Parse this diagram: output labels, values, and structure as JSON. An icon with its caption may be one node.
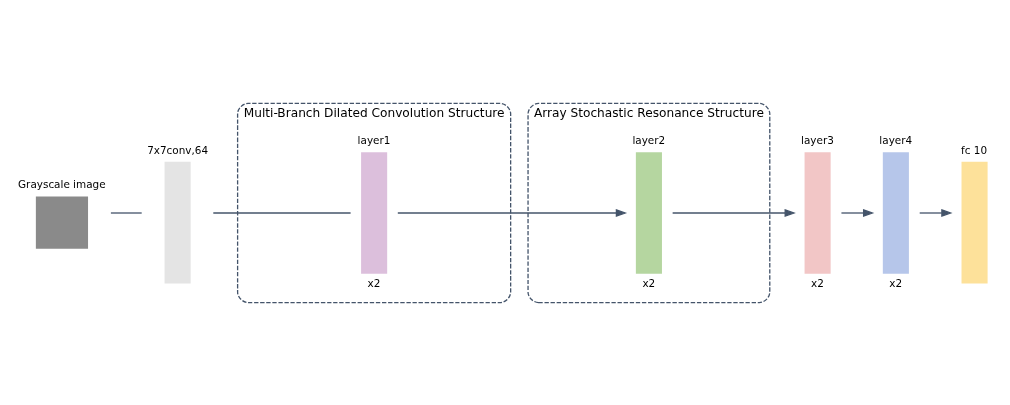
{
  "diagram": {
    "nodes": [
      {
        "text": [
          "Grayscale image"
        ]
      },
      {
        "text": [
          "7x7conv,64"
        ]
      },
      {
        "text": [
          "Multi-Branch Dilated Convolution Structure"
        ]
      },
      {
        "text": [
          "layer1"
        ],
        "in": 2,
        "beside": [
          "x2"
        ]
      },
      {
        "text": [
          "Array Stochastic Resonance Structure"
        ]
      },
      {
        "text": [
          "layer2"
        ],
        "in": 4,
        "beside": [
          "x2"
        ]
      },
      {
        "text": [
          "layer3"
        ],
        "beside": [
          "x2"
        ]
      },
      {
        "text": [
          "layer4"
        ],
        "beside": [
          "x2"
        ]
      },
      {
        "text": [
          "fc 10"
        ]
      }
    ],
    "edges": [
      {
        "from": 0,
        "to": 1,
        "arrow": "none"
      },
      {
        "from": 1,
        "to": 3,
        "arrow": "none"
      },
      {
        "from": 3,
        "to": 5,
        "arrow": "to"
      },
      {
        "from": 5,
        "to": 6,
        "arrow": "to"
      },
      {
        "from": 6,
        "to": 7,
        "arrow": "to"
      },
      {
        "from": 7,
        "to": 8,
        "arrow": "to"
      }
    ]
  }
}
